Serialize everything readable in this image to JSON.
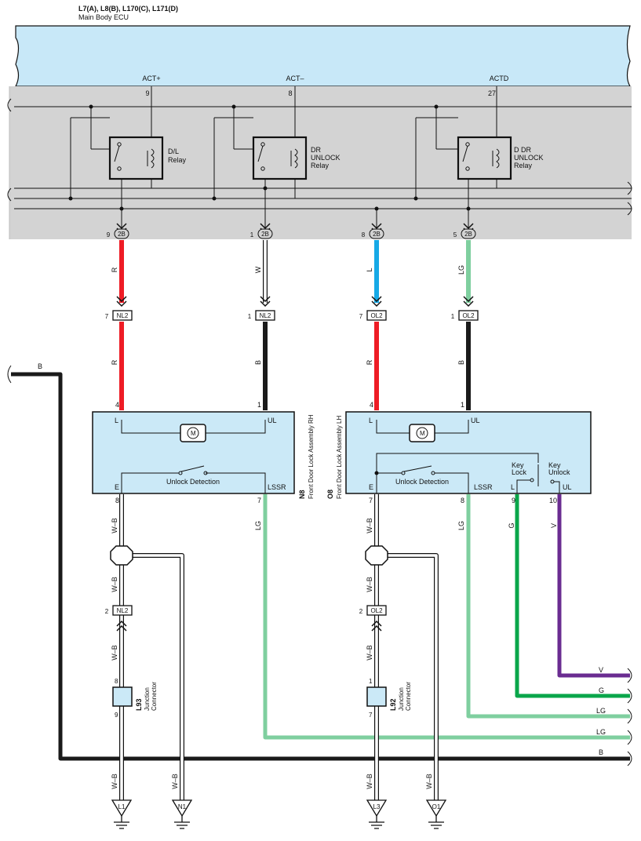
{
  "header": {
    "ecu_codes": "L7(A), L8(B), L170(C), L171(D)",
    "ecu_name": "Main Body ECU"
  },
  "ecu_pins": [
    {
      "name": "ACT+",
      "num": "9"
    },
    {
      "name": "ACT–",
      "num": "8"
    },
    {
      "name": "ACTD",
      "num": "27"
    }
  ],
  "relays": [
    {
      "label1": "D/L",
      "label2": "Relay",
      "label3": ""
    },
    {
      "label1": "DR",
      "label2": "UNLOCK",
      "label3": "Relay"
    },
    {
      "label1": "D DR",
      "label2": "UNLOCK",
      "label3": "Relay"
    }
  ],
  "ecu_connectors": [
    {
      "pin": "9",
      "conn": "2B",
      "wire_color_code": "R",
      "color": "#ee1c25"
    },
    {
      "pin": "1",
      "conn": "2B",
      "wire_color_code": "W",
      "color": "#ffffff"
    },
    {
      "pin": "8",
      "conn": "2B",
      "wire_color_code": "L",
      "color": "#16a9e6"
    },
    {
      "pin": "5",
      "conn": "2B",
      "wire_color_code": "LG",
      "color": "#7fcf9f"
    }
  ],
  "mid_connectors": [
    {
      "pin": "7",
      "conn": "NL2",
      "wire_color_code": "R",
      "color": "#ee1c25"
    },
    {
      "pin": "1",
      "conn": "NL2",
      "wire_color_code": "B",
      "color": "#1a1a1a"
    },
    {
      "pin": "7",
      "conn": "OL2",
      "wire_color_code": "R",
      "color": "#ee1c25"
    },
    {
      "pin": "1",
      "conn": "OL2",
      "wire_color_code": "B",
      "color": "#1a1a1a"
    }
  ],
  "left_bus": {
    "wire_color_code": "B"
  },
  "door_locks": [
    {
      "code": "N8",
      "name": "Front Door Lock Assembly RH",
      "pin_l": "4",
      "pin_ul": "1",
      "term_l": "L",
      "term_ul": "UL",
      "motor": "M",
      "detect": "Unlock Detection",
      "term_e": "E",
      "term_lssr": "LSSR",
      "pin_e": "8",
      "pin_lssr": "7"
    },
    {
      "code": "O8",
      "name": "Front Door Lock Assembly LH",
      "pin_l": "4",
      "pin_ul": "1",
      "term_l": "L",
      "term_ul": "UL",
      "motor": "M",
      "detect": "Unlock Detection",
      "term_e": "E",
      "term_lssr": "LSSR",
      "pin_e": "7",
      "pin_lssr": "8",
      "key_lock": "Key",
      "key_lock2": "Lock",
      "key_unlock": "Key",
      "key_unlock2": "Unlock",
      "term_kl": "L",
      "term_kul": "UL",
      "pin_kl": "9",
      "pin_kul": "10"
    }
  ],
  "ground_wire_code": "W–B",
  "lssr_wire_code": "LG",
  "key_wires": [
    {
      "code": "G",
      "color": "#0aa64a"
    },
    {
      "code": "V",
      "color": "#6a2c91"
    }
  ],
  "lower_connectors": [
    {
      "pin": "2",
      "conn": "NL2"
    },
    {
      "pin": "2",
      "conn": "OL2"
    }
  ],
  "junctions": [
    {
      "code": "L93",
      "name1": "Junction",
      "name2": "Connector",
      "pin_top": "8",
      "pin_bot": "9"
    },
    {
      "code": "L92",
      "name1": "Junction",
      "name2": "Connector",
      "pin_top": "1",
      "pin_bot": "7"
    }
  ],
  "grounds": [
    "L1",
    "N1",
    "L3",
    "O1"
  ],
  "right_exits": [
    "V",
    "G",
    "LG",
    "LG",
    "B"
  ],
  "colors": {
    "ecu_fill": "#c8e8f8",
    "relay_area": "#d3d3d3",
    "device_fill": "#cbe9f7",
    "red": "#ee1c25",
    "blue": "#16a9e6",
    "light_green": "#7fcf9f",
    "green": "#0aa64a",
    "violet": "#6a2c91",
    "black": "#1a1a1a"
  }
}
